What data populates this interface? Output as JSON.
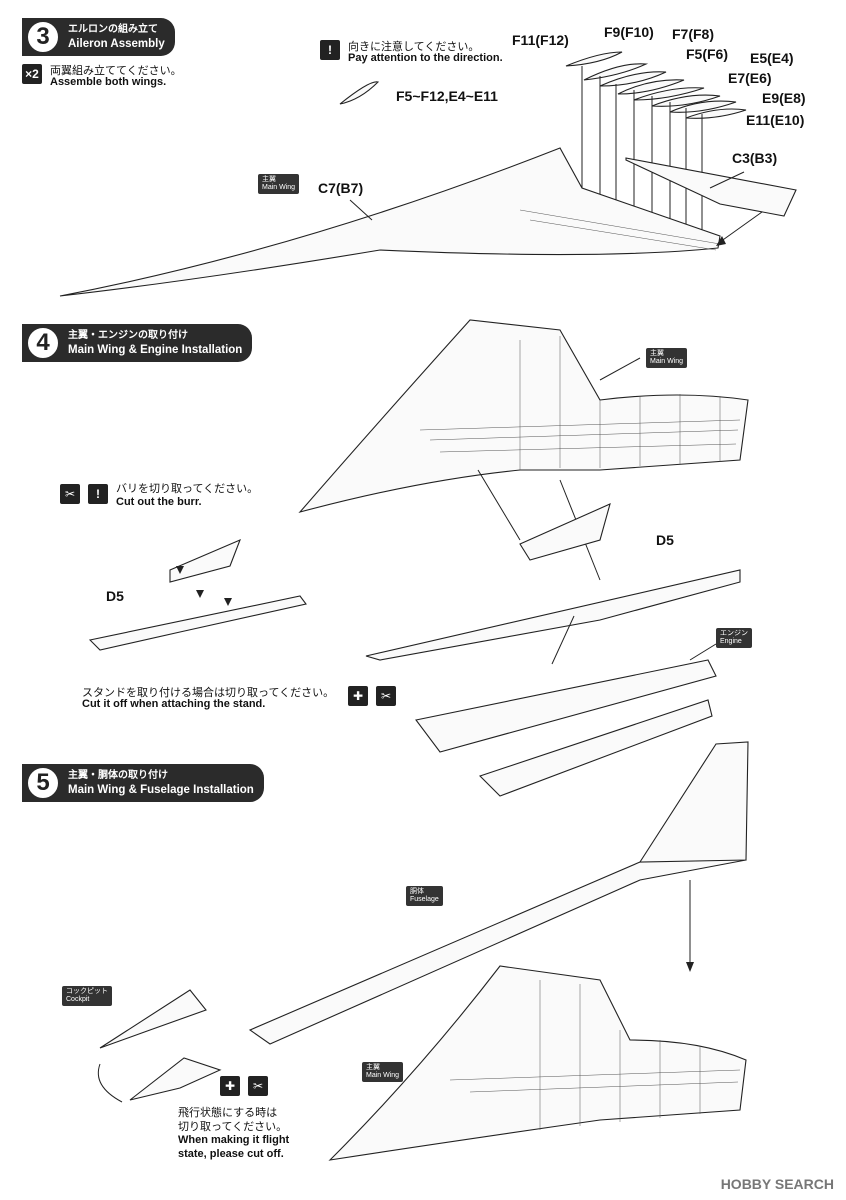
{
  "step3": {
    "num": "3",
    "title_jp": "エルロンの組み立て",
    "title_en": "Aileron Assembly",
    "multiplier": "×2",
    "note_jp": "両翼組み立ててください。",
    "note_en": "Assemble both wings.",
    "attention_jp": "向きに注意してください。",
    "attention_en": "Pay attention to the direction.",
    "parts_label": "F5~F12,E4~E11",
    "wing_tag_jp": "主翼",
    "wing_tag_en": "Main Wing",
    "wing_part": "C7(B7)",
    "parts": [
      "F11(F12)",
      "F9(F10)",
      "F7(F8)",
      "F5(F6)",
      "E5(E4)",
      "E7(E6)",
      "E9(E8)",
      "E11(E10)",
      "C3(B3)"
    ]
  },
  "step4": {
    "num": "4",
    "title_jp": "主翼・エンジンの取り付け",
    "title_en": "Main Wing & Engine Installation",
    "wing_tag_jp": "主翼",
    "wing_tag_en": "Main Wing",
    "burr_jp": "バリを切り取ってください。",
    "burr_en": "Cut out the burr.",
    "part_d5_left": "D5",
    "part_d5_right": "D5",
    "engine_tag_jp": "エンジン",
    "engine_tag_en": "Engine",
    "stand_jp": "スタンドを取り付ける場合は切り取ってください。",
    "stand_en": "Cut it off when attaching the stand."
  },
  "step5": {
    "num": "5",
    "title_jp": "主翼・胴体の取り付け",
    "title_en": "Main Wing & Fuselage Installation",
    "fuselage_tag_jp": "胴体",
    "fuselage_tag_en": "Fuselage",
    "cockpit_tag_jp": "コックピット",
    "cockpit_tag_en": "Cockpit",
    "wing_tag_jp": "主翼",
    "wing_tag_en": "Main Wing",
    "flight_jp_1": "飛行状態にする時は",
    "flight_jp_2": "切り取ってください。",
    "flight_en_1": "When making it flight",
    "flight_en_2": "state, please cut off."
  },
  "watermark": "HOBBY SEARCH"
}
